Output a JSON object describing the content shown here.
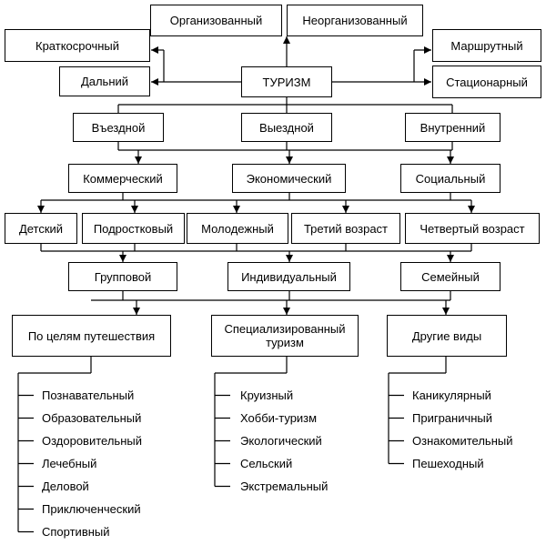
{
  "root": "ТУРИЗМ",
  "organization": [
    "Организованный",
    "Неорганизованный"
  ],
  "duration": [
    "Краткосрочный",
    "Дальний"
  ],
  "mode": [
    "Маршрутный",
    "Стационарный"
  ],
  "direction": [
    "Въездной",
    "Выездной",
    "Внутренний"
  ],
  "financing": [
    "Коммерческий",
    "Экономический",
    "Социальный"
  ],
  "age": [
    "Детский",
    "Подростковый",
    "Молодежный",
    "Третий возраст",
    "Четвертый возраст"
  ],
  "composition": [
    "Групповой",
    "Индивидуальный",
    "Семейный"
  ],
  "categories": [
    {
      "title": "По целям путешествия",
      "items": [
        "Познавательный",
        "Образовательный",
        "Оздоровительный",
        "Лечебный",
        "Деловой",
        "Приключенческий",
        "Спортивный"
      ]
    },
    {
      "title": "Специализированный туризм",
      "items": [
        "Круизный",
        "Хобби-туризм",
        "Экологический",
        "Сельский",
        "Экстремальный"
      ]
    },
    {
      "title": "Другие виды",
      "items": [
        "Каникулярный",
        "Приграничный",
        "Ознакомительный",
        "Пешеходный"
      ]
    }
  ]
}
